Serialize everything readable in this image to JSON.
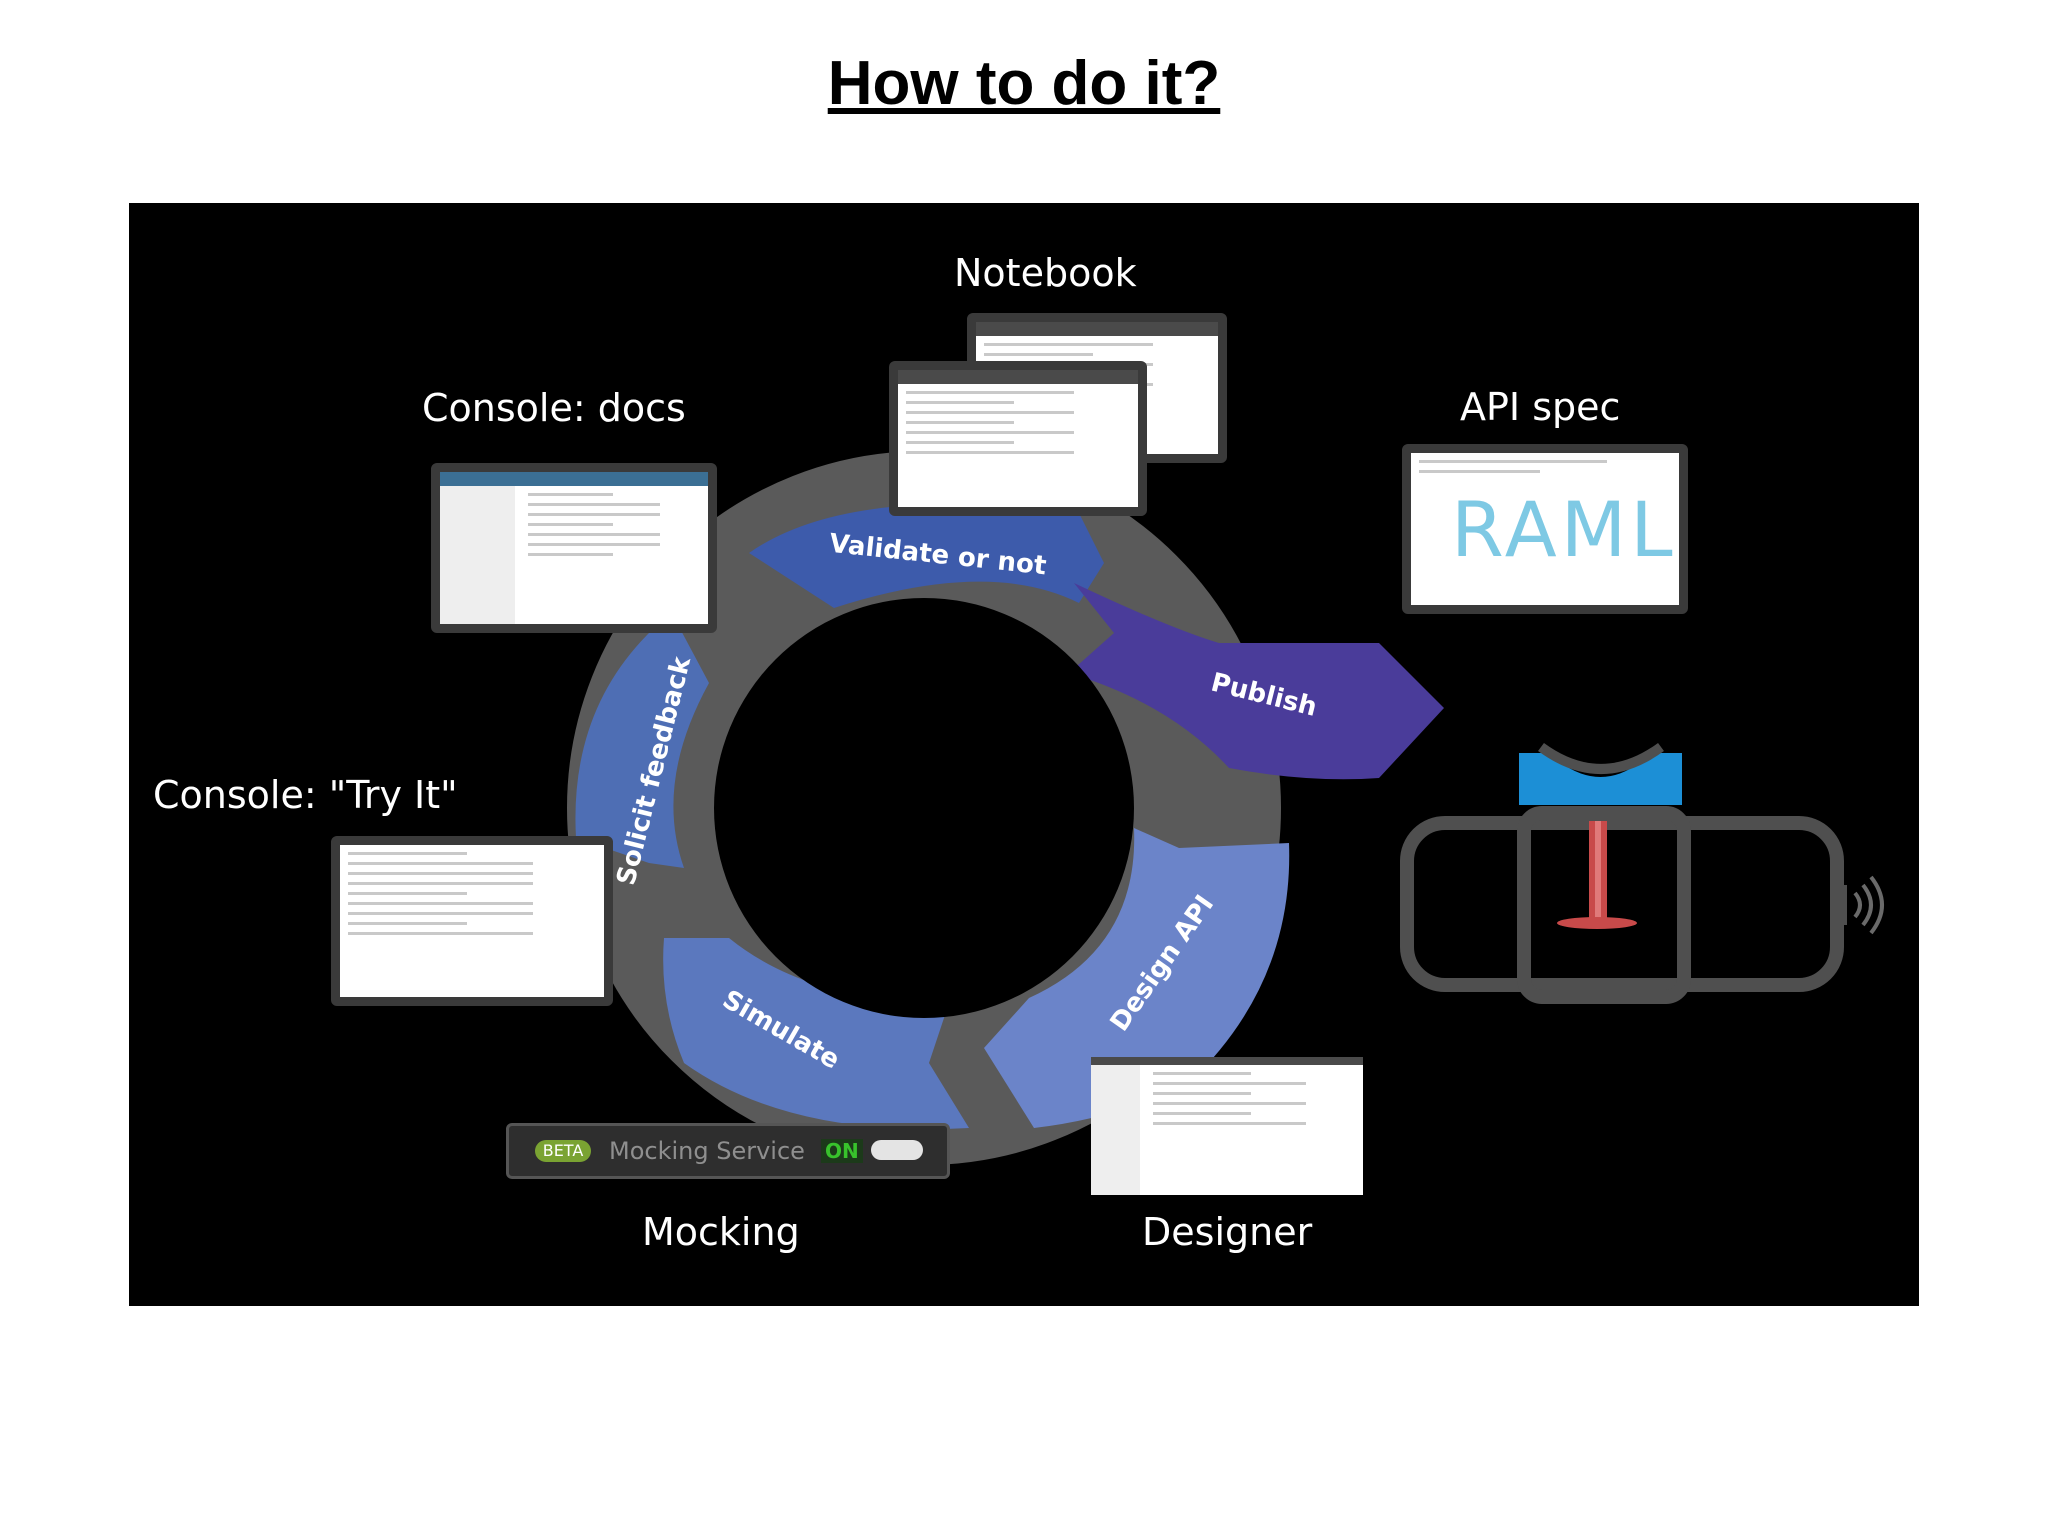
{
  "title": "How to do it?",
  "labels": {
    "notebook": "Notebook",
    "console_docs": "Console: docs",
    "api_spec": "API spec",
    "console_try": "Console: \"Try It\"",
    "mocking": "Mocking",
    "designer": "Designer"
  },
  "cycle_stages": [
    {
      "label": "Validate or not",
      "color": "#3d5bab"
    },
    {
      "label": "Publish",
      "color": "#4a3c9a"
    },
    {
      "label": "Design API",
      "color": "#6b84c9"
    },
    {
      "label": "Simulate",
      "color": "#5b78be"
    },
    {
      "label": "Solicit feedback",
      "color": "#4e6eb4"
    }
  ],
  "raml_text": "RAML",
  "mocking_service": {
    "badge": "BETA",
    "text": "Mocking Service",
    "state": "ON"
  },
  "colors": {
    "background": "#000000",
    "ring_gap": "#5a5a5a",
    "sensor_cap": "#1c8fd6",
    "probe": "#c84a4a"
  }
}
